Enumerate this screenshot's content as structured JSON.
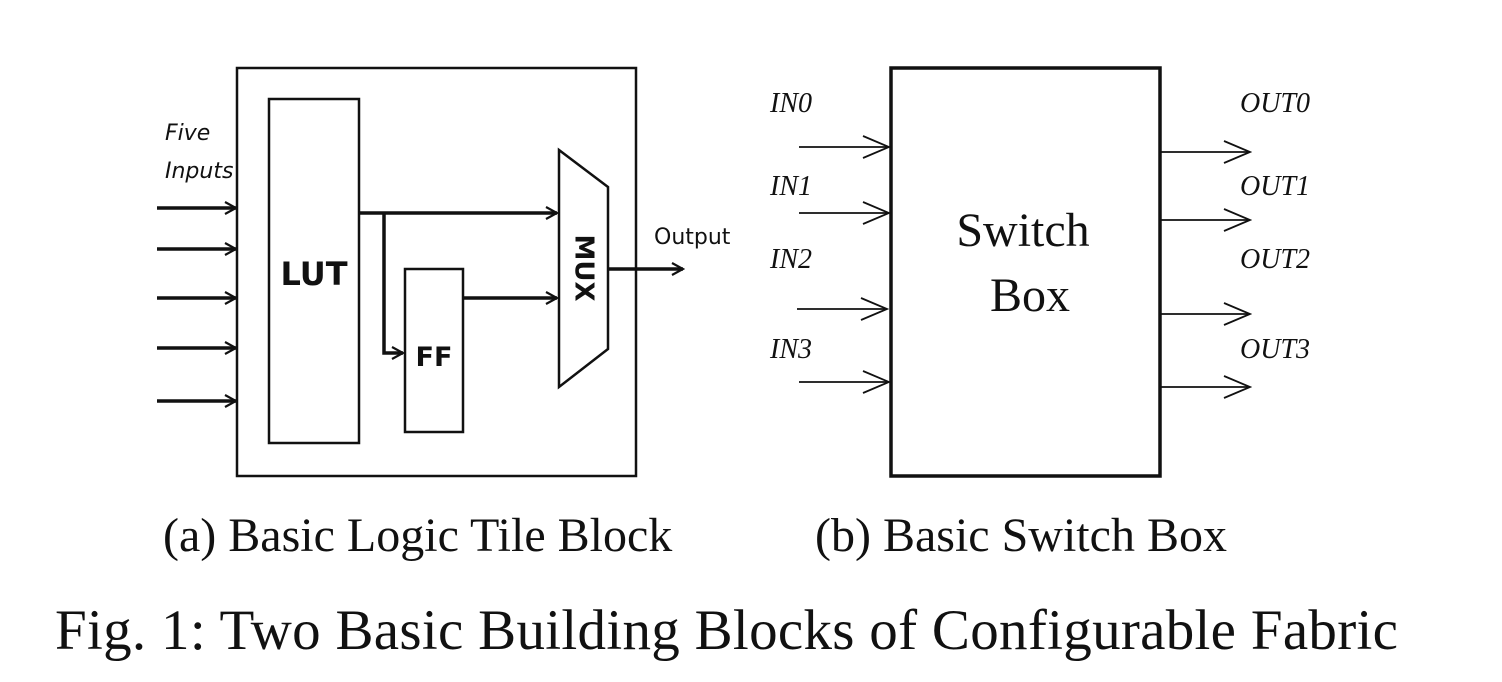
{
  "panel_a": {
    "inputs_label_line1": "Five",
    "inputs_label_line2": "Inputs",
    "lut_label": "LUT",
    "ff_label": "FF",
    "mux_label": "MUX",
    "output_label": "Output",
    "subcaption": "(a) Basic Logic Tile Block"
  },
  "panel_b": {
    "box_label_line1": "Switch",
    "box_label_line2": "Box",
    "inputs": [
      "IN0",
      "IN1",
      "IN2",
      "IN3"
    ],
    "outputs": [
      "OUT0",
      "OUT1",
      "OUT2",
      "OUT3"
    ],
    "subcaption": "(b) Basic Switch Box"
  },
  "caption": "Fig. 1: Two Basic Building Blocks of Configurable Fabric",
  "colors": {
    "stroke": "#111111",
    "background": "#ffffff"
  }
}
